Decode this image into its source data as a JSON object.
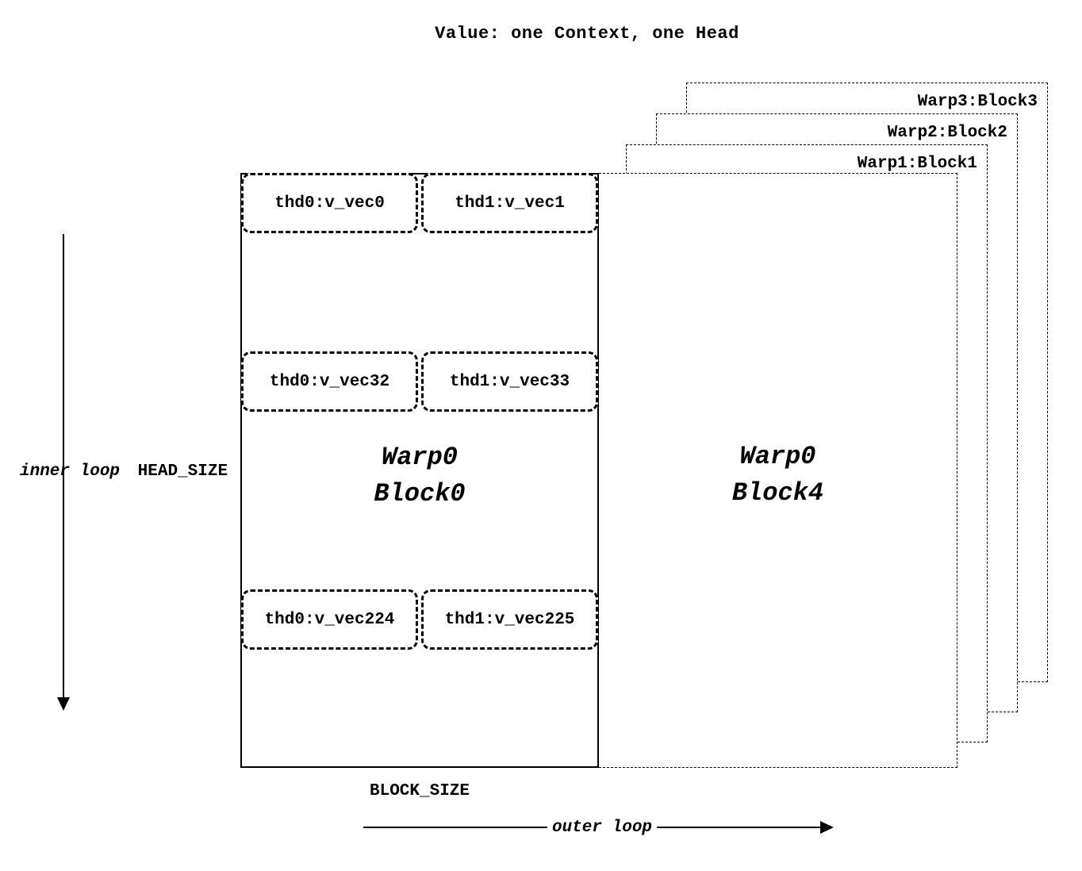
{
  "title": "Value: one Context, one Head",
  "back_layers": [
    {
      "label": "Warp3:Block3"
    },
    {
      "label": "Warp2:Block2"
    },
    {
      "label": "Warp1:Block1"
    }
  ],
  "front": {
    "block0": {
      "title_line1": "Warp0",
      "title_line2": "Block0",
      "rows": [
        {
          "cells": [
            "thd0:v_vec0",
            "thd1:v_vec1"
          ]
        },
        {
          "cells": [
            "thd0:v_vec32",
            "thd1:v_vec33"
          ]
        },
        {
          "cells": [
            "thd0:v_vec224",
            "thd1:v_vec225"
          ]
        }
      ]
    },
    "block4": {
      "title_line1": "Warp0",
      "title_line2": "Block4"
    }
  },
  "annotations": {
    "inner_loop": "inner loop",
    "head_size": "HEAD_SIZE",
    "block_size": "BLOCK_SIZE",
    "outer_loop": "outer loop"
  },
  "colors": {
    "ink": "#000000",
    "background": "#ffffff"
  }
}
